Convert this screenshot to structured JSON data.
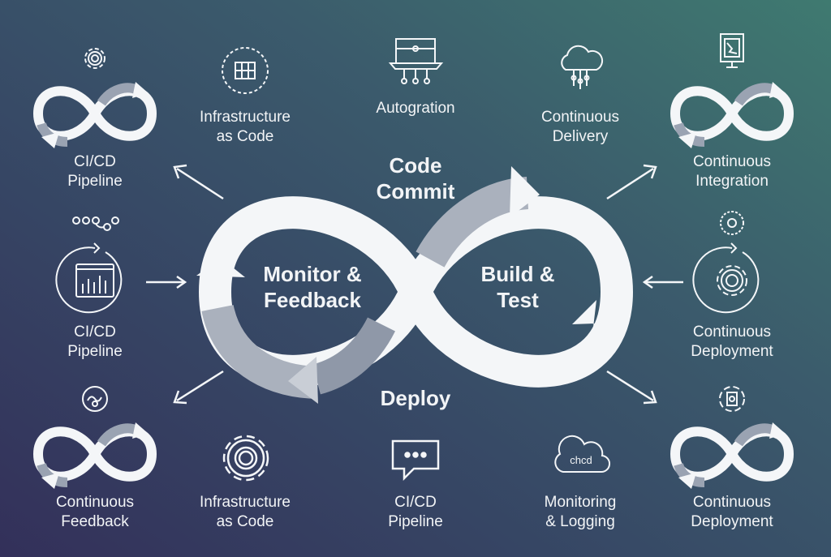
{
  "center": {
    "code_commit": [
      "Code",
      "Commit"
    ],
    "monitor_feedback": [
      "Monitor &",
      "Feedback"
    ],
    "build_test": [
      "Build &",
      "Test"
    ],
    "deploy": "Deploy"
  },
  "items": [
    {
      "label": [
        "CI/CD",
        "Pipeline"
      ],
      "icon": "gear-icon"
    },
    {
      "label": [
        "Infrastructure",
        "as Code"
      ],
      "icon": "server-grid-icon"
    },
    {
      "label": [
        "Autogration"
      ],
      "icon": "network-device-icon"
    },
    {
      "label": [
        "Continuous",
        "Delivery"
      ],
      "icon": "cloud-network-icon"
    },
    {
      "label": [
        "Continuous",
        "Integration"
      ],
      "icon": "monitor-icon"
    },
    {
      "label": [
        "CI/CD",
        "Pipeline"
      ],
      "icon": "dashboard-chart-icon"
    },
    {
      "label": [
        "Continuous",
        "Deployment"
      ],
      "icon": "gear-cycle-icon"
    },
    {
      "label": [
        "Continuous",
        "Feedback"
      ],
      "icon": "gauge-icon"
    },
    {
      "label": [
        "Infrastructure",
        "as Code"
      ],
      "icon": "gear-icon"
    },
    {
      "label": [
        "CI/CD",
        "Pipeline"
      ],
      "icon": "chat-bubble-icon"
    },
    {
      "label": [
        "Monitoring",
        "& Logging"
      ],
      "icon": "cloud-icon"
    },
    {
      "label": [
        "Continuous",
        "Deployment"
      ],
      "icon": "deploy-icon"
    }
  ],
  "cloud_text": "chcd",
  "colors": {
    "bg_dark": "#33305a",
    "bg_teal": "#3f7a70",
    "loop_white": "#f4f6f8",
    "loop_gray": "#a9b0bc"
  }
}
